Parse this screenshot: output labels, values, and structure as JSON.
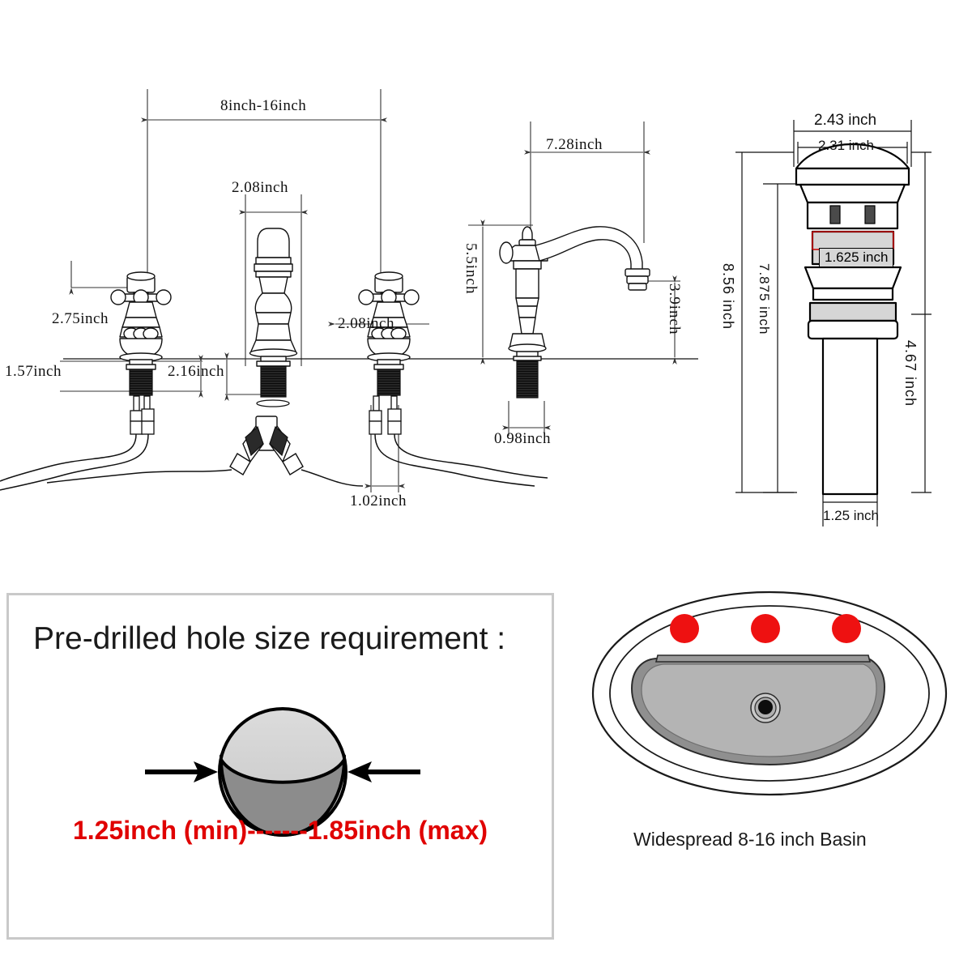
{
  "diagram": {
    "title": "Widespread bathroom faucet and pop-up drain dimension drawing",
    "units": "inch",
    "colors": {
      "line": "#111111",
      "dimension_line": "#333333",
      "red_accent": "#e00000",
      "hole_marker": "#ee1111",
      "panel_border": "#c9c9c9",
      "metal_gray": "#d6d6d6",
      "basin_rim": "#8f8f8f",
      "basin_bowl": "#b4b4b4"
    }
  },
  "faucet": {
    "section_name": "widespread-faucet-elevation",
    "dimensions": {
      "spread_range": "8inch-16inch",
      "spout_body_width": "2.08inch",
      "handle_width": "2.08inch",
      "handle_height": "2.75inch",
      "shank_left": "1.57inch",
      "shank_center": "2.16inch",
      "spout_reach": "7.28inch",
      "spout_height": "5.5inch",
      "spout_outlet_height": "3.9inch",
      "shank_diameter": "0.98inch",
      "hose_spacing": "1.02inch"
    }
  },
  "drain": {
    "section_name": "pop-up-drain-elevation",
    "dimensions": {
      "cap_outer_width": "2.43 inch",
      "cap_inner_width": "2.31 inch",
      "total_length": "8.56 inch",
      "body_length": "7.875 inch",
      "thread_band": "1.625 inch",
      "tailpiece_length": "4.67 inch",
      "tailpiece_diameter": "1.25 inch"
    }
  },
  "hole_panel": {
    "section_name": "pre-drilled-hole-requirement",
    "title": "Pre-drilled hole size requirement :",
    "range_text": "1.25inch (min)-------1.85inch (max)",
    "min": "1.25inch (min)",
    "max": "1.85inch (max)"
  },
  "basin": {
    "section_name": "widespread-basin-top-view",
    "caption": "Widespread 8-16 inch Basin",
    "hole_count": 3
  }
}
